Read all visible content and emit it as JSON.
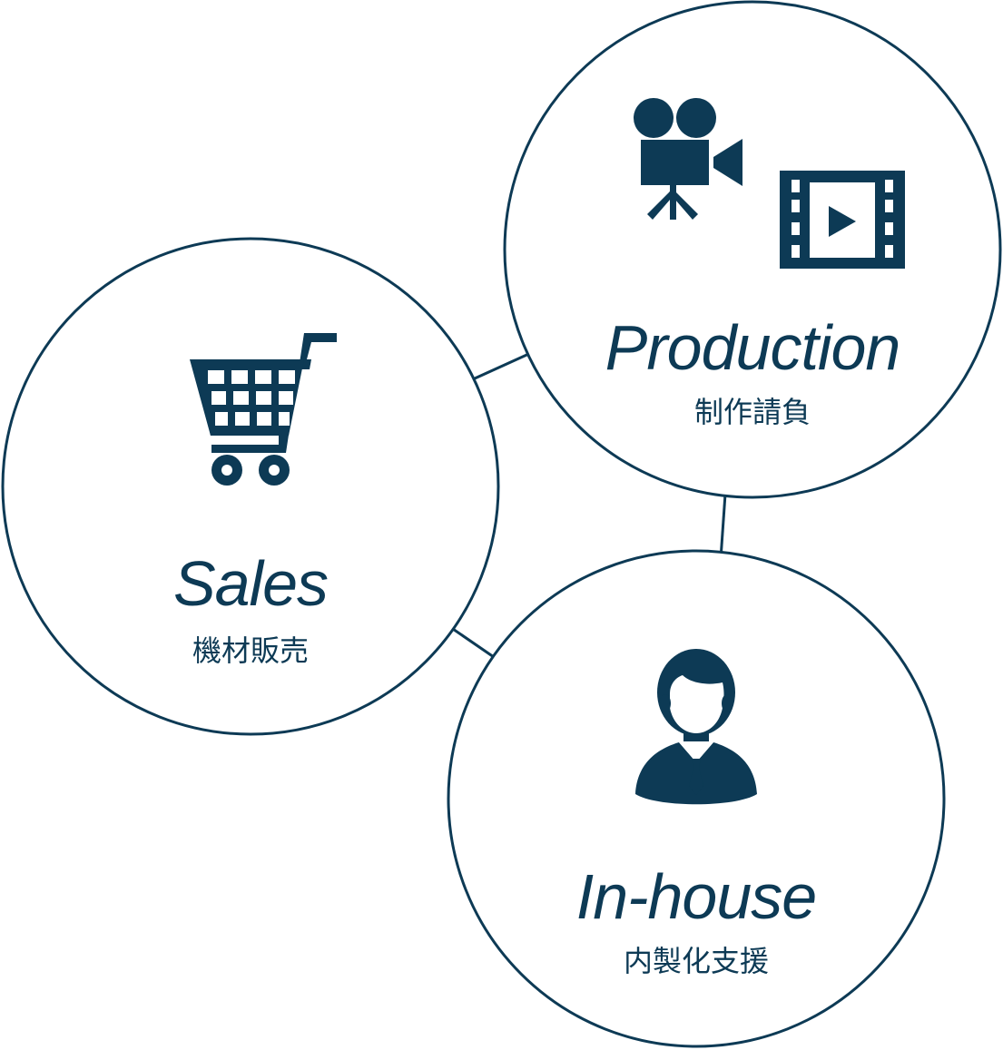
{
  "colors": {
    "primary": "#0d3a55",
    "background": "#ffffff"
  },
  "nodes": {
    "production": {
      "title": "Production",
      "subtitle": "制作請負",
      "icons": [
        "video-camera-icon",
        "film-play-icon"
      ]
    },
    "sales": {
      "title": "Sales",
      "subtitle": "機材販売",
      "icons": [
        "shopping-cart-icon"
      ]
    },
    "inhouse": {
      "title": "In-house",
      "subtitle": "内製化支援",
      "icons": [
        "businessman-icon"
      ]
    }
  }
}
